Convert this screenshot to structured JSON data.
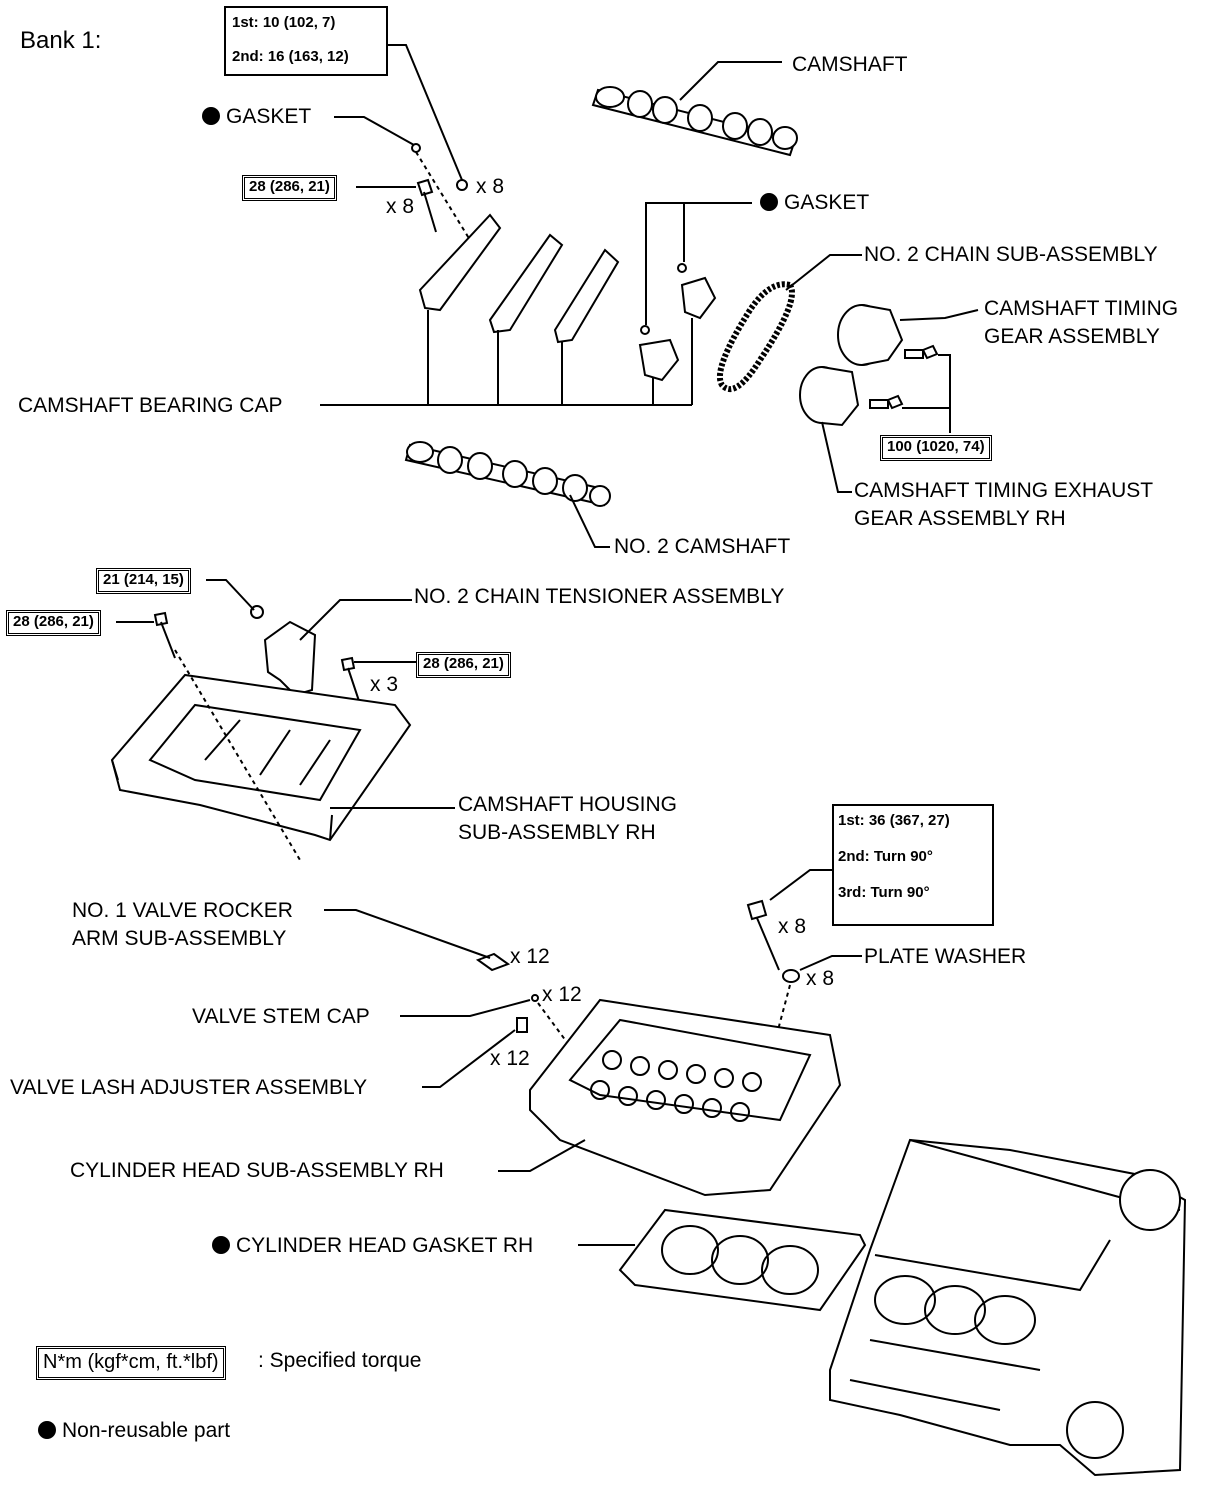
{
  "header": {
    "bank": "Bank 1:"
  },
  "torque": {
    "cap_bolt_1st": "1st: 10 (102, 7)",
    "cap_bolt_2nd": "2nd: 16 (163, 12)",
    "bearing_bolt": "28 (286, 21)",
    "timing_gear_bolt": "100 (1020, 74)",
    "tensioner_bolt": "21 (214, 15)",
    "housing_bolt_left": "28 (286, 21)",
    "housing_bolt_right": "28 (286, 21)",
    "head_bolt_1st": "1st: 36 (367, 27)",
    "head_bolt_2nd": "2nd: Turn 90°",
    "head_bolt_3rd": "3rd: Turn 90°"
  },
  "labels": {
    "camshaft": "CAMSHAFT",
    "gasket_top": "GASKET",
    "gasket_right": "GASKET",
    "no2_chain": "NO. 2 CHAIN SUB-ASSEMBLY",
    "cam_timing_gear_1": "CAMSHAFT TIMING",
    "cam_timing_gear_2": "GEAR ASSEMBLY",
    "bearing_cap": "CAMSHAFT BEARING CAP",
    "exhaust_gear_1": "CAMSHAFT TIMING EXHAUST",
    "exhaust_gear_2": "GEAR ASSEMBLY RH",
    "no2_camshaft": "NO. 2 CAMSHAFT",
    "tensioner": "NO. 2 CHAIN TENSIONER ASSEMBLY",
    "housing_1": "CAMSHAFT HOUSING",
    "housing_2": "SUB-ASSEMBLY RH",
    "rocker_1": "NO. 1 VALVE ROCKER",
    "rocker_2": "ARM SUB-ASSEMBLY",
    "plate_washer": "PLATE WASHER",
    "valve_stem_cap": "VALVE STEM CAP",
    "lash_adjuster": "VALVE LASH ADJUSTER ASSEMBLY",
    "cyl_head": "CYLINDER HEAD SUB-ASSEMBLY RH",
    "head_gasket": "CYLINDER HEAD GASKET RH"
  },
  "quantities": {
    "cap_bolts": "x 8",
    "bearing_bolts": "x 8",
    "housing_bolts": "x 3",
    "head_bolts": "x 8",
    "washers": "x 8",
    "rockers": "x 12",
    "stem_caps": "x 12",
    "adjusters": "x 12"
  },
  "legend": {
    "torque_box": "N*m (kgf*cm, ft.*lbf)",
    "torque_text": ": Specified torque",
    "nonreusable": "Non-reusable part"
  }
}
